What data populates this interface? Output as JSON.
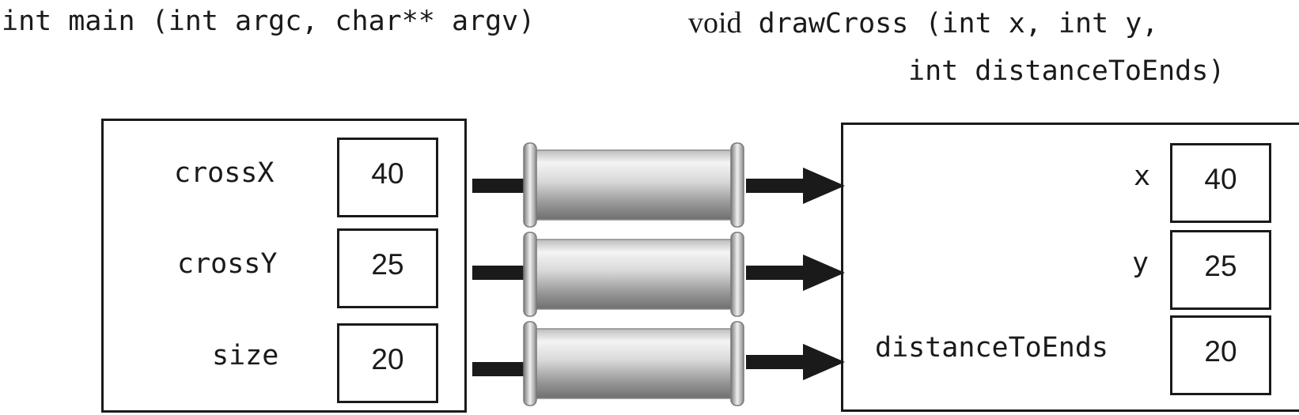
{
  "signatures": {
    "main": "int main (int argc, char** argv)",
    "draw_void": "void",
    "draw_line1_rest": "drawCross (int x, int y,",
    "draw_line2": "int distanceToEnds)"
  },
  "main_function": {
    "variables": [
      {
        "name": "crossX",
        "value": "40"
      },
      {
        "name": "crossY",
        "value": "25"
      },
      {
        "name": "size",
        "value": "20"
      }
    ]
  },
  "drawcross_function": {
    "parameters": [
      {
        "name": "x",
        "value": "40"
      },
      {
        "name": "y",
        "value": "25"
      },
      {
        "name": "distanceToEnds",
        "value": "20"
      }
    ]
  },
  "colors": {
    "ink": "#1a1a1a",
    "pipe_light": "#f2f2f2",
    "pipe_dark": "#8a8a8a"
  }
}
